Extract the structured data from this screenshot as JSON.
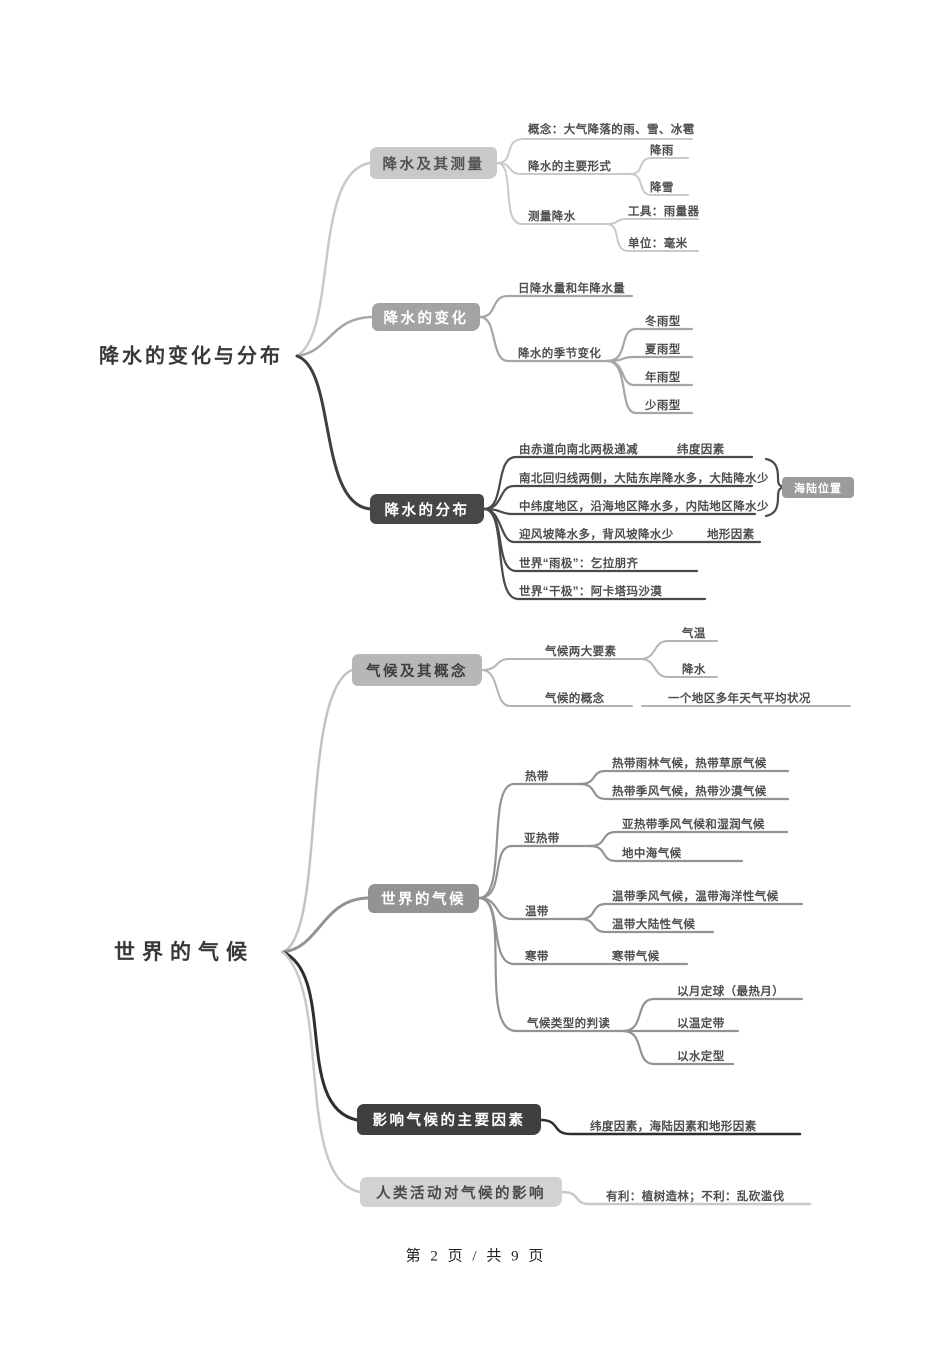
{
  "page": {
    "footer": "第 2 页 / 共 9 页"
  },
  "colors": {
    "box_light": "#c9c9c9",
    "box_medium": "#a3a3a3",
    "box_dark": "#474747",
    "box_darker": "#3f3f3f",
    "edge_light": "#c9c9c9",
    "edge_medium": "#a0a0a0",
    "edge_dark": "#3e3e3e",
    "leaf_text": "#4e4e4e"
  },
  "map_precipitation": {
    "root": "降水的变化与分布",
    "branch_measure": {
      "label": "降水及其测量",
      "concept": "概念：大气降落的雨、雪、冰雹",
      "forms": {
        "label": "降水的主要形式",
        "rain": "降雨",
        "snow": "降雪"
      },
      "measuring": {
        "label": "测量降水",
        "tool": "工具：雨量器",
        "unit": "单位：毫米"
      }
    },
    "branch_change": {
      "label": "降水的变化",
      "daily_annual": "日降水量和年降水量",
      "seasonal": {
        "label": "降水的季节变化",
        "types": [
          "冬雨型",
          "夏雨型",
          "年雨型",
          "少雨型"
        ]
      }
    },
    "branch_distribution": {
      "label": "降水的分布",
      "items": [
        "由赤道向南北两极递减",
        "南北回归线两侧，大陆东岸降水多，大陆降水少",
        "中纬度地区，沿海地区降水多，内陆地区降水少",
        "迎风坡降水多，背风坡降水少",
        "世界“雨极”：乞拉朋齐",
        "世界“干极”：阿卡塔玛沙漠"
      ],
      "factor_latitude": "纬度因素",
      "factor_terrain": "地形因素",
      "factor_land_sea": "海陆位置"
    }
  },
  "map_climate": {
    "root": "世界的气候",
    "branch_concept": {
      "label": "气候及其概念",
      "elements": {
        "label": "气候两大要素",
        "temperature": "气温",
        "precipitation": "降水"
      },
      "concept": {
        "label": "气候的概念",
        "value": "一个地区多年天气平均状况"
      }
    },
    "branch_world": {
      "label": "世界的气候",
      "tropical": {
        "label": "热带",
        "items": [
          "热带雨林气候，热带草原气候",
          "热带季风气候，热带沙漠气候"
        ]
      },
      "subtropical": {
        "label": "亚热带",
        "items": [
          "亚热带季风气候和湿润气候",
          "地中海气候"
        ]
      },
      "temperate": {
        "label": "温带",
        "items": [
          "温带季风气候，温带海洋性气候",
          "温带大陆性气候"
        ]
      },
      "polar": {
        "label": "寒带",
        "items": [
          "寒带气候"
        ]
      },
      "identify": {
        "label": "气候类型的判读",
        "items": [
          "以月定球（最热月）",
          "以温定带",
          "以水定型"
        ]
      }
    },
    "branch_factors": {
      "label": "影响气候的主要因素",
      "value": "纬度因素，海陆因素和地形因素"
    },
    "branch_human": {
      "label": "人类活动对气候的影响",
      "value": "有利：植树造林；不利：乱砍滥伐"
    }
  }
}
